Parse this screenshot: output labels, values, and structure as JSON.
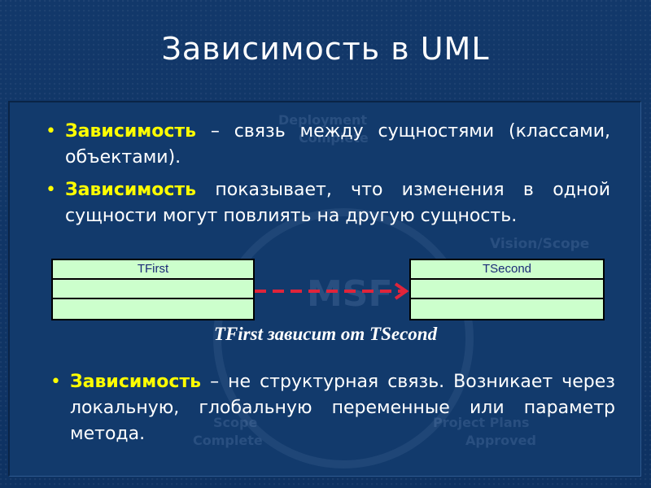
{
  "slide": {
    "title": "Зависимость в UML",
    "bullets": [
      {
        "term": "Зависимость",
        "text": " – связь между сущностями (классами, объектами)."
      },
      {
        "term": "Зависимость",
        "text": " показывает, что изменения в одной сущности могут повлиять на другую сущность."
      },
      {
        "term": "Зависимость",
        "text": " – не структурная связь. Возникает через локальную, глобальную переменные или параметр метода."
      }
    ],
    "watermark": [
      "Deployment",
      "Complete",
      "Vision/Scope",
      "MSF",
      "Project Plans",
      "Approved",
      "Scope",
      "Complete"
    ]
  },
  "diagram": {
    "source_class": "TFirst",
    "target_class": "TSecond",
    "arrow_color": "#e0243a",
    "class_fill": "#ccffcc",
    "caption": "TFirst зависит от TSecond"
  }
}
